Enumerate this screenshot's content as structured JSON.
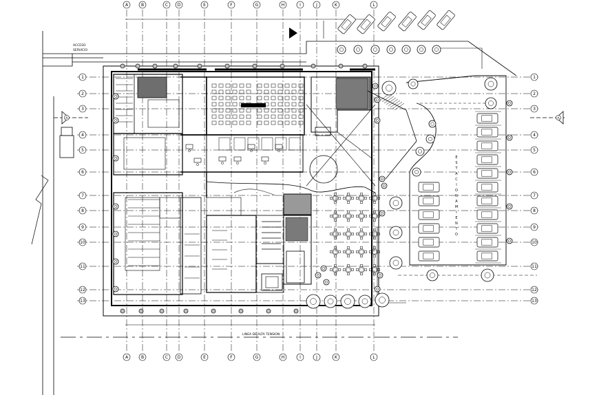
{
  "labels": {
    "service_access_line1": "ACCESO",
    "service_access_line2": "SERVICIO",
    "high_voltage_line": "LINEA DE ALTA TENSION",
    "parking": "ESTACIONAMIENTO"
  },
  "section_marks": {
    "left": "A",
    "right": "A"
  },
  "grid_columns": [
    "A",
    "B",
    "C",
    "D",
    "E",
    "F",
    "G",
    "H",
    "I",
    "J",
    "K",
    "L"
  ],
  "grid_rows": [
    "1",
    "2",
    "3",
    "4",
    "5",
    "6",
    "7",
    "8",
    "9",
    "10",
    "11",
    "12",
    "13"
  ]
}
